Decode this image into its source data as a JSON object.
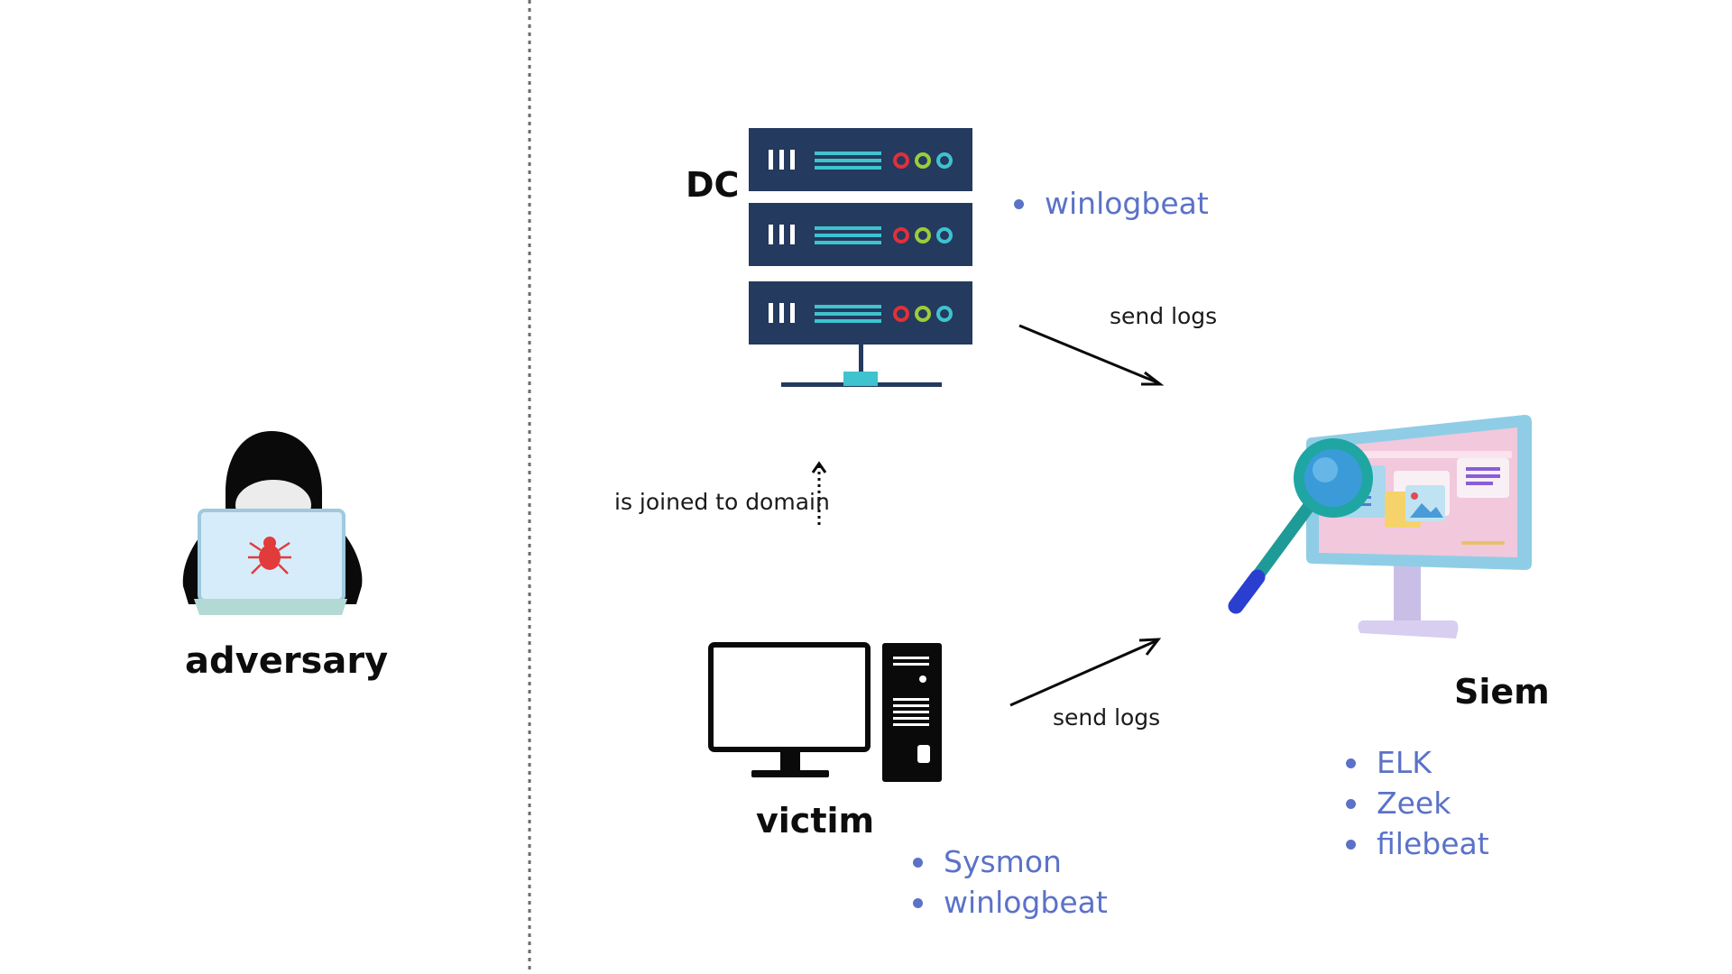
{
  "adversary": {
    "label": "adversary"
  },
  "dc": {
    "label": "DC",
    "tools": [
      "winlogbeat"
    ]
  },
  "victim": {
    "label": "victim",
    "tools": [
      "Sysmon",
      "winlogbeat"
    ]
  },
  "siem": {
    "label": "Siem",
    "tools": [
      "ELK",
      "Zeek",
      "filebeat"
    ]
  },
  "edges": {
    "dc_to_siem": "send logs",
    "victim_to_siem": "send logs",
    "victim_to_dc": "is joined to domain"
  },
  "colors": {
    "server_body": "#243a5e",
    "server_accent": "#3ec3cf",
    "led_red": "#e0303a",
    "led_green": "#9ccc3a",
    "led_cyan": "#3ec3cf",
    "tool_text": "#5b72c8"
  },
  "icons": {
    "adversary": "hooded-hacker-laptop-icon",
    "dc": "server-rack-icon",
    "victim": "desktop-computer-icon",
    "siem": "monitor-magnifier-icon"
  }
}
